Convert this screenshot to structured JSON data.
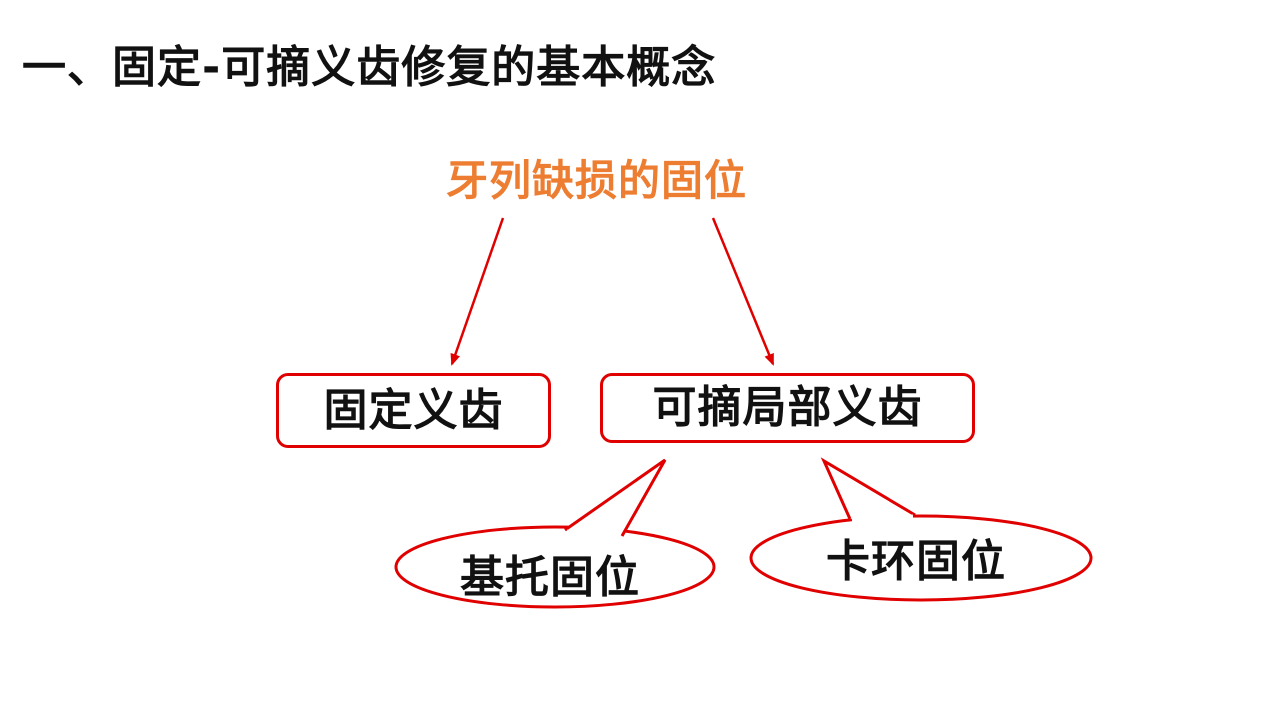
{
  "slide": {
    "title": "一、固定-可摘义齿修复的基本概念"
  },
  "diagram": {
    "root": "牙列缺损的固位",
    "children": [
      {
        "label": "固定义齿"
      },
      {
        "label": "可摘局部义齿"
      }
    ],
    "callouts": [
      {
        "label": "基托固位"
      },
      {
        "label": "卡环固位"
      }
    ]
  },
  "colors": {
    "root_text": "#ED7D31",
    "line": "#E00000",
    "text": "#111111"
  }
}
